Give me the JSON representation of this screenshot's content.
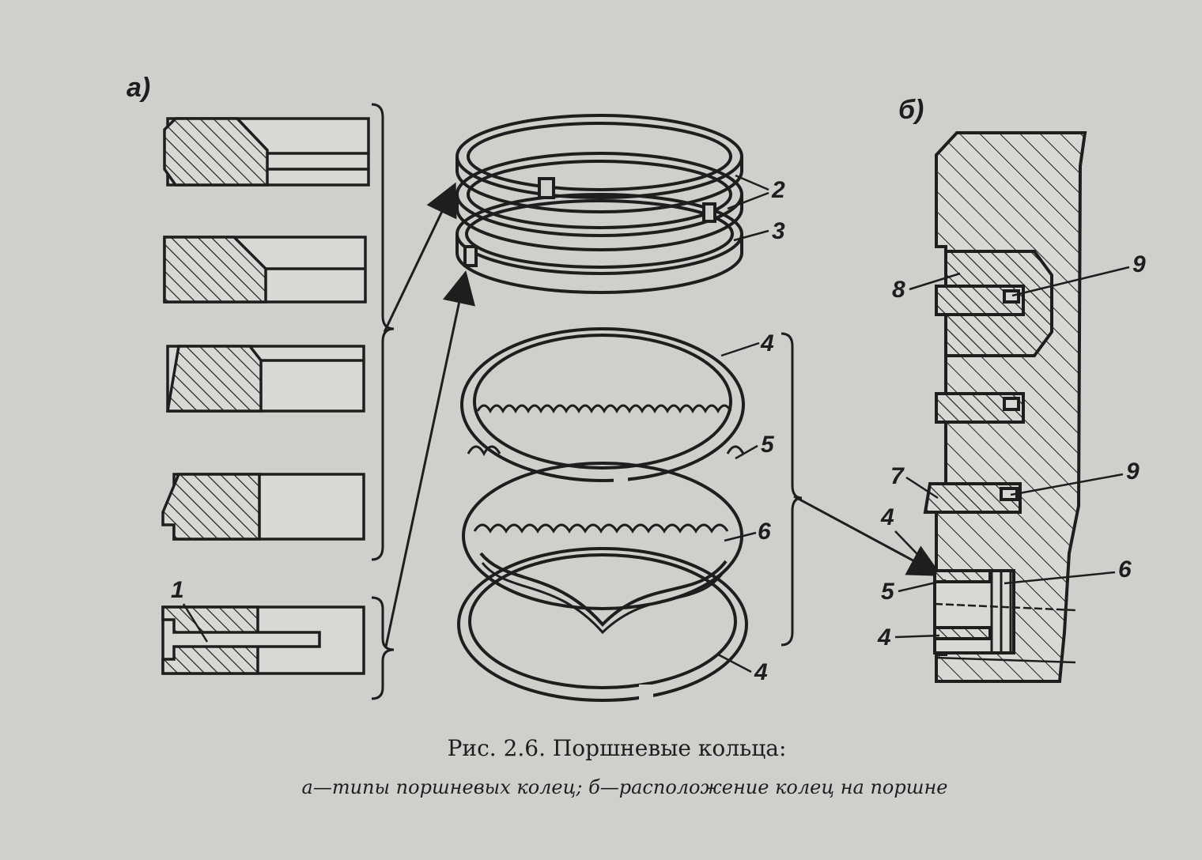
{
  "figure": {
    "panel_a_label": "а)",
    "panel_b_label": "б)",
    "callouts": {
      "c1": "1",
      "c2": "2",
      "c3": "3",
      "c4_top": "4",
      "c5": "5",
      "c6": "6",
      "c4_bottom": "4",
      "c8": "8",
      "c9_top": "9",
      "c7": "7",
      "c9_mid": "9",
      "c4_b_top": "4",
      "c5_b": "5",
      "c6_b": "6",
      "c4_b_bottom": "4"
    },
    "caption_title": "Рис. 2.6. Поршневые кольца:",
    "caption_desc": "а—типы поршневых колец; б—расположение колец на поршне"
  },
  "colors": {
    "paper": "#cfcfcc",
    "ink": "#1e1e1e"
  }
}
